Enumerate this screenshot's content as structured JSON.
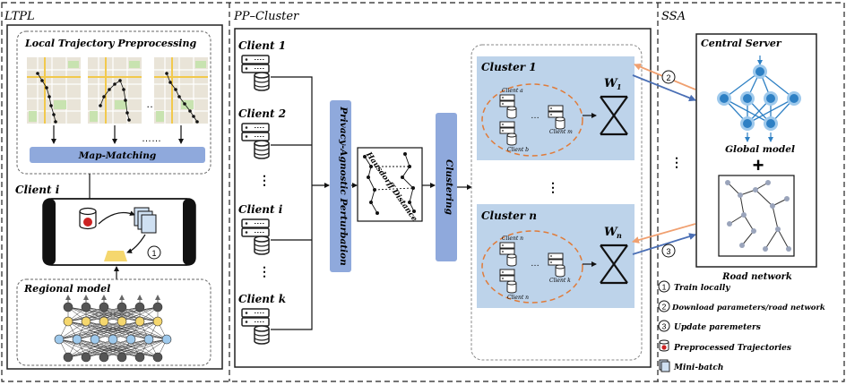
{
  "sections": {
    "ltpl": "LTPL",
    "pp_cluster": "PP–Cluster",
    "ssa": "SSA"
  },
  "ltpl": {
    "local_preproc_title": "Local Trajectory Preprocessing",
    "ellipsis": "…",
    "dots": "……",
    "map_matching": "Map-Matching",
    "client_i": "Client i",
    "step_marker": "1",
    "regional_model": "Regional model"
  },
  "pp": {
    "clients": [
      "Client 1",
      "Client 2",
      "Client i",
      "Client k"
    ],
    "vdots": "⋮",
    "perturbation": "Privacy-Agnostic Perturbation",
    "hausdorff": "Hausdorff Distance",
    "clustering": "Clustering",
    "cluster1": {
      "title": "Cluster 1",
      "client_top": "Client a",
      "client_bottom": "Client b",
      "client_right": "Client m",
      "weight": "W",
      "weight_sub": "1"
    },
    "clustern": {
      "title": "Cluster n",
      "client_top": "Client n",
      "client_bottom": "Client n",
      "client_right": "Client k",
      "weight": "W",
      "weight_sub": "n"
    },
    "mid_vdots": "⋮",
    "mini_ellipsis": "…"
  },
  "ssa": {
    "central_server": "Central Server",
    "global_model": "Global model",
    "plus": "+",
    "road_network": "Road network",
    "mid_vdots": "⋮",
    "marker_2": "2",
    "marker_3": "3"
  },
  "legend": [
    {
      "marker": "1",
      "label": "Train locally"
    },
    {
      "marker": "2",
      "label": "Download parameters/road network"
    },
    {
      "marker": "3",
      "label": "Update paremeters"
    },
    {
      "icon": "cylinder",
      "label": "Preprocessed Trajectories"
    },
    {
      "icon": "stack",
      "label": "Mini-batch"
    }
  ],
  "colors": {
    "blue_box": "#8fa9dc",
    "light_blue": "#bdd3ea",
    "node_blue": "#2e80c4",
    "node_light": "#9ec9ec",
    "node_yellow": "#f5d76e",
    "node_dark": "#555555",
    "dashed_orange": "#e07b39",
    "arrow_blue": "#4a6fb5",
    "arrow_orange": "#f0a070",
    "red": "#cc2222"
  }
}
